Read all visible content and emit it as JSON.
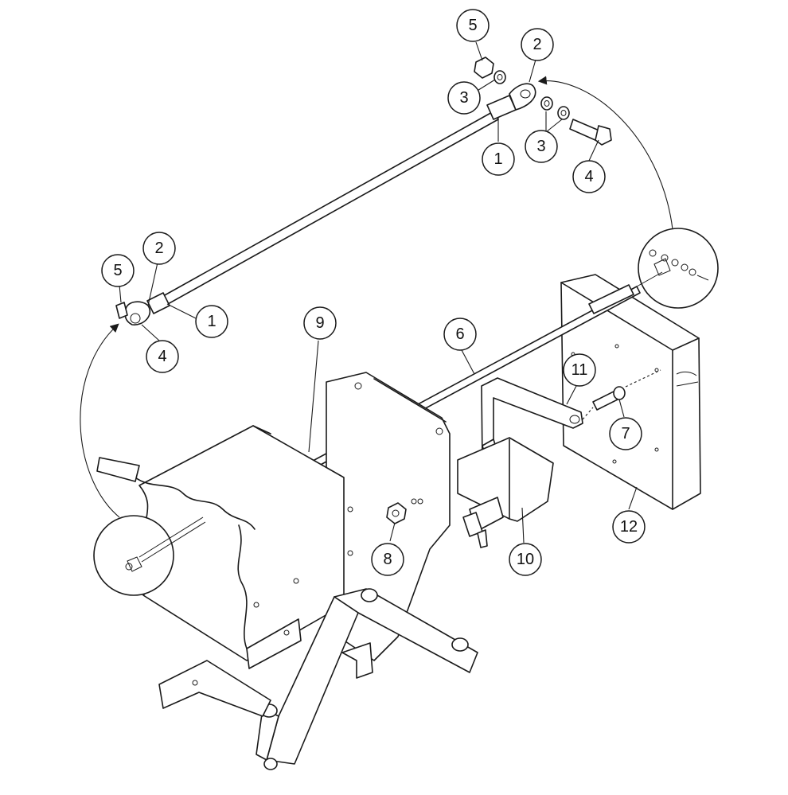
{
  "diagram": {
    "callouts": [
      {
        "id": "c5a",
        "label": "5"
      },
      {
        "id": "c2a",
        "label": "2"
      },
      {
        "id": "c3a",
        "label": "3"
      },
      {
        "id": "c1a",
        "label": "1"
      },
      {
        "id": "c3b",
        "label": "3"
      },
      {
        "id": "c4a",
        "label": "4"
      },
      {
        "id": "c5b",
        "label": "5"
      },
      {
        "id": "c2b",
        "label": "2"
      },
      {
        "id": "c1b",
        "label": "1"
      },
      {
        "id": "c4b",
        "label": "4"
      },
      {
        "id": "c9",
        "label": "9"
      },
      {
        "id": "c6",
        "label": "6"
      },
      {
        "id": "c11",
        "label": "11"
      },
      {
        "id": "c7",
        "label": "7"
      },
      {
        "id": "c8",
        "label": "8"
      },
      {
        "id": "c10",
        "label": "10"
      },
      {
        "id": "c12",
        "label": "12"
      }
    ]
  }
}
